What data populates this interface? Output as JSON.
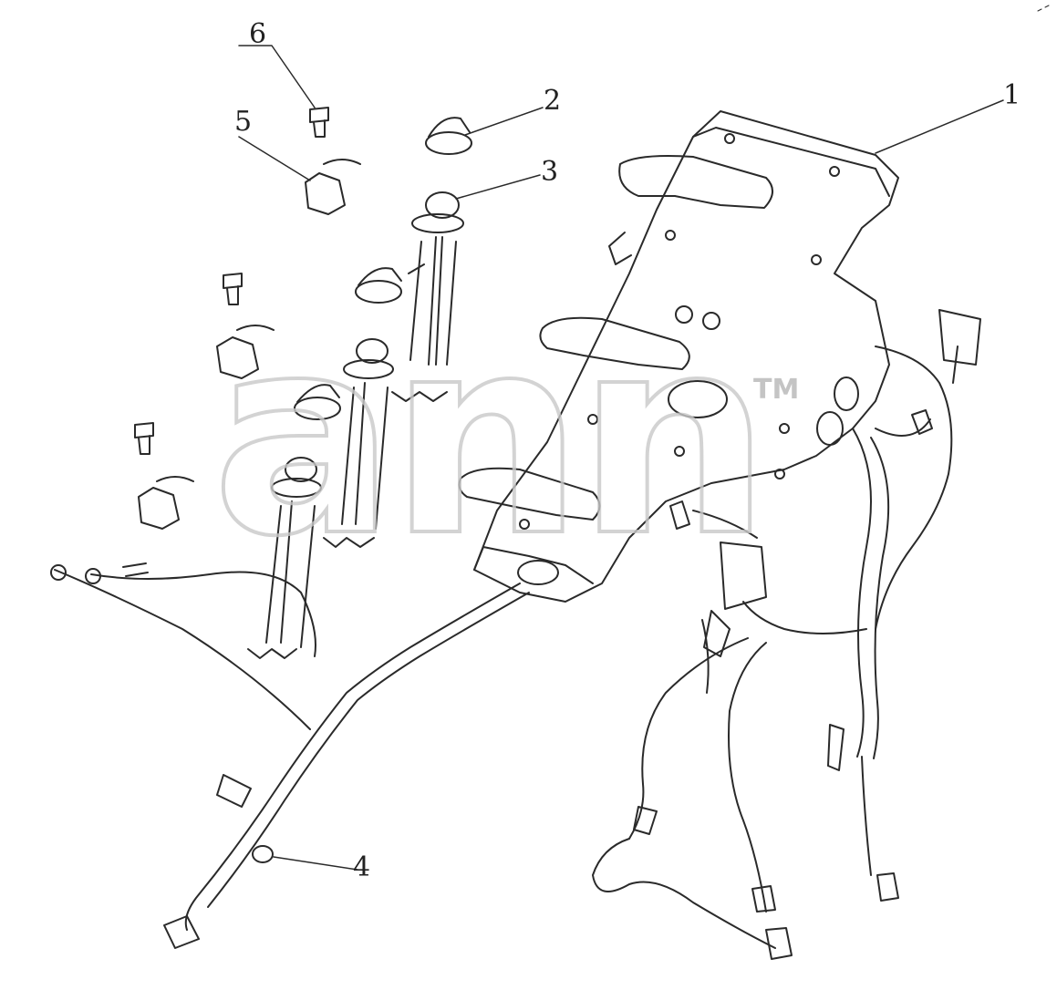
{
  "callouts": {
    "c1": "1",
    "c2": "2",
    "c3": "3",
    "c4": "4",
    "c5": "5",
    "c6": "6"
  },
  "watermark": {
    "text": "ann",
    "trademark": "TM"
  },
  "colors": {
    "line": "#2a2a2a",
    "watermark": "#c9c9c9",
    "background": "#ffffff"
  }
}
